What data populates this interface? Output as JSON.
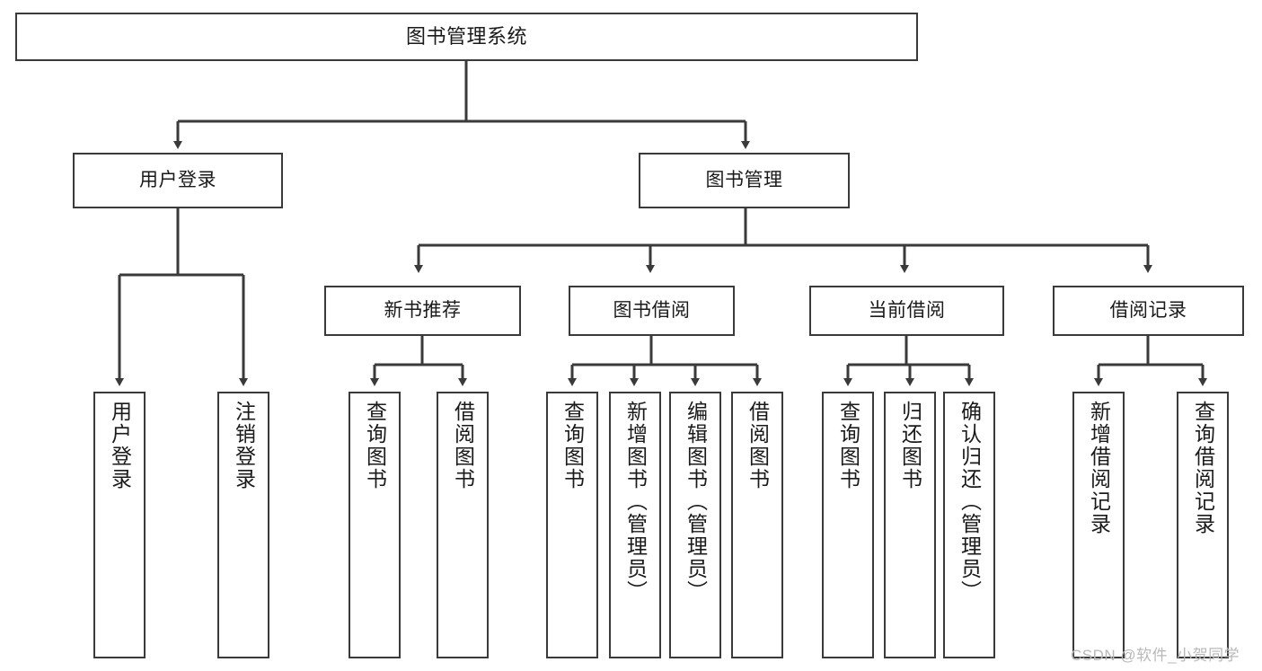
{
  "diagram": {
    "title": "图书管理系统",
    "type": "tree-hierarchy-diagram",
    "levels": {
      "root": {
        "label": "图书管理系统"
      },
      "level1": [
        {
          "label": "用户登录"
        },
        {
          "label": "图书管理"
        }
      ],
      "level2": [
        {
          "label": "新书推荐"
        },
        {
          "label": "图书借阅"
        },
        {
          "label": "当前借阅"
        },
        {
          "label": "借阅记录"
        }
      ],
      "leaves": {
        "user_login": [
          {
            "label": "用户登录"
          },
          {
            "label": "注销登录"
          }
        ],
        "new_book_recommend": [
          {
            "label": "查询图书"
          },
          {
            "label": "借阅图书"
          }
        ],
        "book_borrow": [
          {
            "label": "查询图书"
          },
          {
            "label": "新增图书（管理员）"
          },
          {
            "label": "编辑图书（管理员）"
          },
          {
            "label": "借阅图书"
          }
        ],
        "current_borrow": [
          {
            "label": "查询图书"
          },
          {
            "label": "归还图书"
          },
          {
            "label": "确认归还（管理员）"
          }
        ],
        "borrow_records": [
          {
            "label": "新增借阅记录"
          },
          {
            "label": "查询借阅记录"
          }
        ]
      }
    },
    "colors": {
      "border": "#3a3a3a",
      "background": "#ffffff",
      "text": "#1a1a1a",
      "watermark": "#b9b9b9"
    }
  },
  "watermark": {
    "text": "CSDN @软件_小贺同学"
  }
}
